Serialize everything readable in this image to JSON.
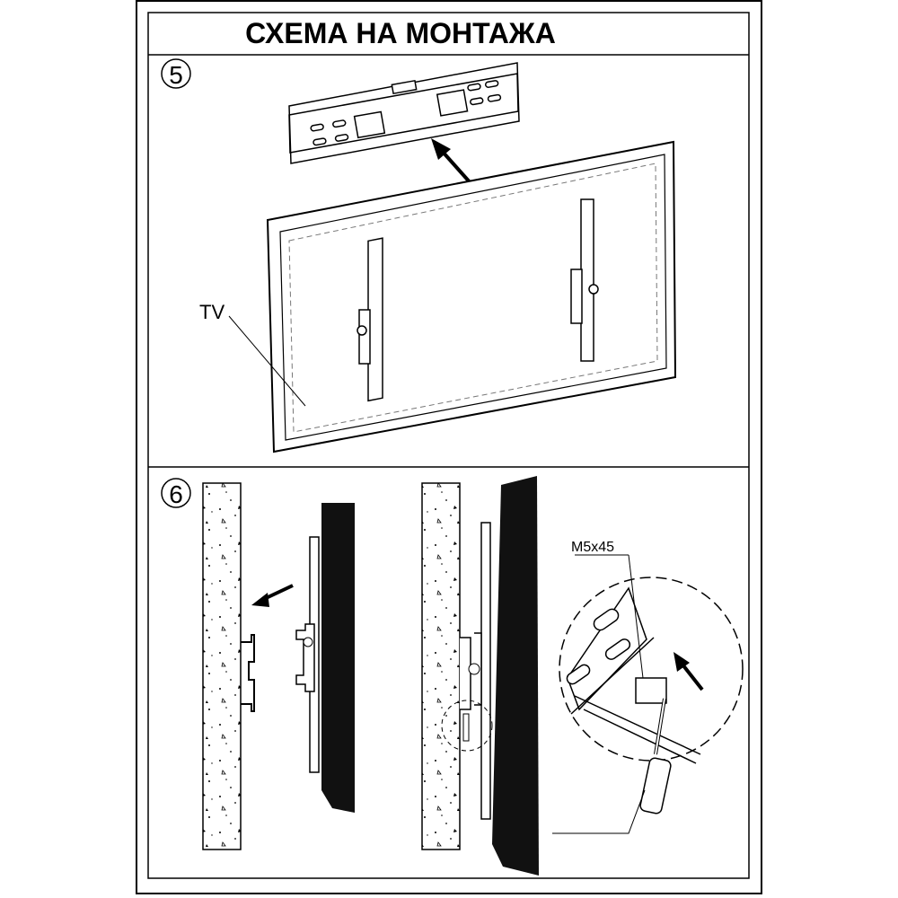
{
  "title": "СХЕМА НА МОНТАЖА",
  "steps": [
    {
      "number": "5",
      "labels": {
        "tv": "TV"
      }
    },
    {
      "number": "6",
      "labels": {
        "screw": "M5x45"
      }
    }
  ],
  "colors": {
    "line": "#000000",
    "background": "#ffffff",
    "tv_panel": "#111111"
  }
}
